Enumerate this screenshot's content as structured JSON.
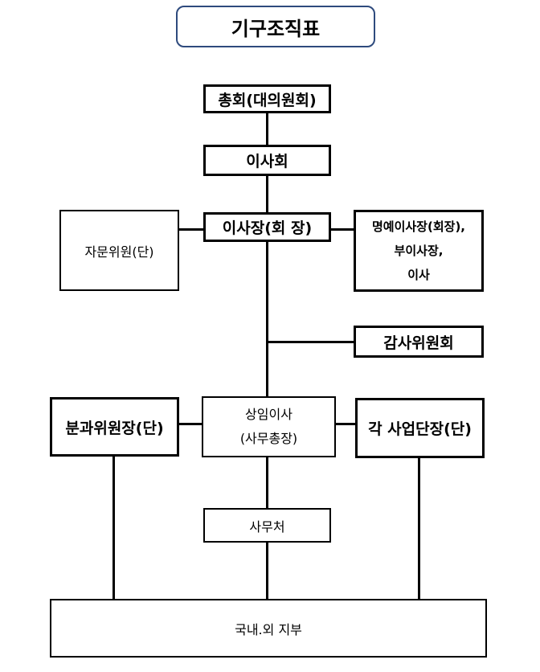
{
  "title": "기구조직표",
  "nodes": {
    "general_assembly": "총회(대의원회)",
    "board": "이사회",
    "chairman": "이사장(회 장)",
    "advisory": "자문위원(단)",
    "honorary": [
      "명예이사장(회장),",
      "부이사장,",
      "이사"
    ],
    "audit": "감사위원회",
    "subcommittee": "분과위원장(단)",
    "standing_director": [
      "상임이사",
      "(사무총장)"
    ],
    "business_heads": "각 사업단장(단)",
    "secretariat": "사무처",
    "branches": "국내.외 지부"
  }
}
